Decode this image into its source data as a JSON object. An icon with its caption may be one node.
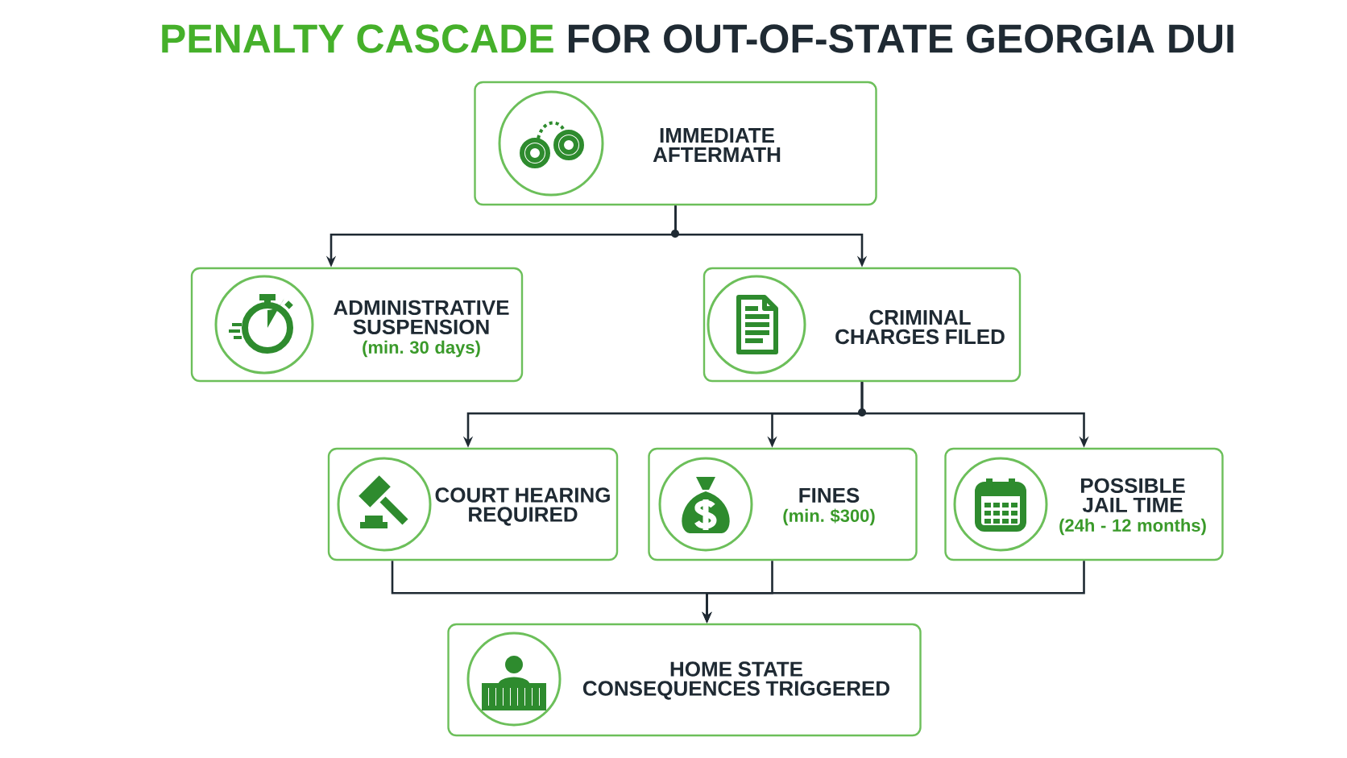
{
  "diagram": {
    "title": "**PENALTY CASCADE** FOR OUT-OF-STATE GEORGIA DUI",
    "nodes": [
      {
        "text": [
          "IMMEDIATE AFTERMATH"
        ]
      },
      {
        "text": [
          "ADMINISTRATIVE SUSPENSION",
          "(min. 30 days)"
        ]
      },
      {
        "text": [
          "CRIMINAL CHARGES FILED"
        ]
      },
      {
        "text": [
          "COURT HEARING REQUIRED"
        ]
      },
      {
        "text": [
          "FINES",
          "(min. $300)"
        ]
      },
      {
        "text": [
          "POSSIBLE JAIL TIME",
          "(24h - 12 months)"
        ]
      },
      {
        "text": [
          "HOME STATE CONSEQUENCES TRIGGERED"
        ]
      }
    ],
    "edges": [
      {
        "from": 0,
        "to": 1,
        "arrow": "to"
      },
      {
        "from": 0,
        "to": 2,
        "arrow": "to"
      },
      {
        "from": 2,
        "to": 3,
        "arrow": "to"
      },
      {
        "from": 2,
        "to": 4,
        "arrow": "to"
      },
      {
        "from": 2,
        "to": 5,
        "arrow": "to"
      },
      {
        "from": 3,
        "to": 6,
        "arrow": "to"
      },
      {
        "from": 4,
        "to": 6,
        "arrow": "to"
      },
      {
        "from": 5,
        "to": 6,
        "arrow": "to"
      }
    ]
  }
}
